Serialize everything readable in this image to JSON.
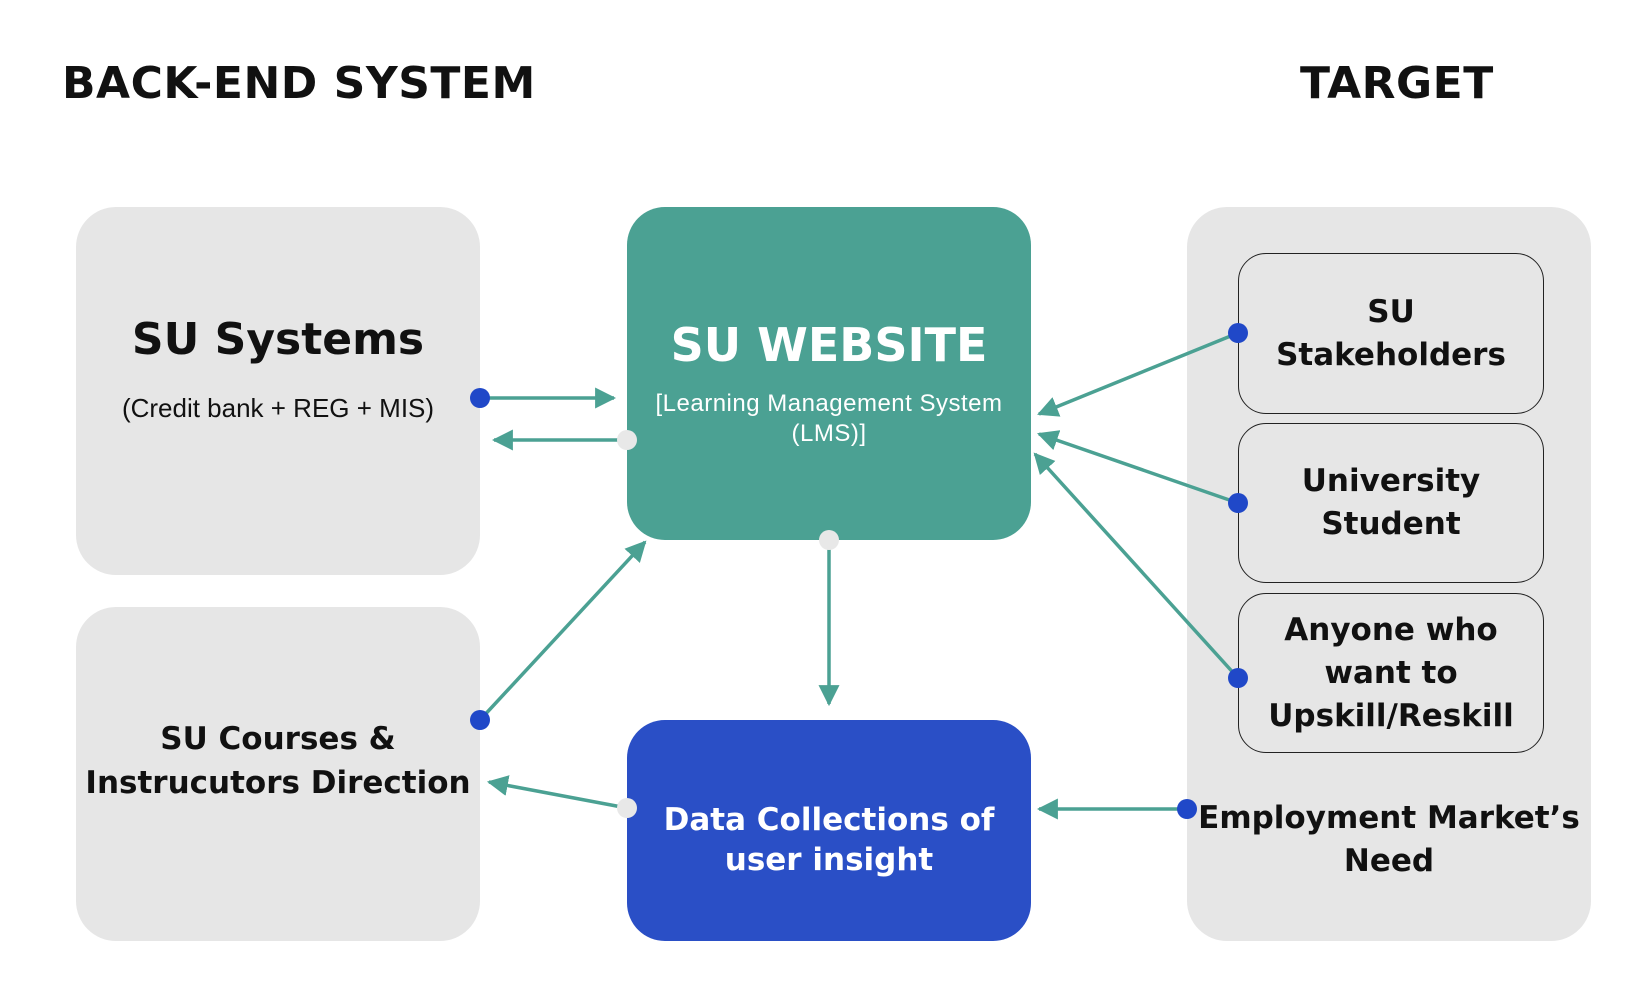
{
  "headings": {
    "back_end": "BACK-END SYSTEM",
    "target": "TARGET"
  },
  "su_systems": {
    "title": "SU Systems",
    "subtitle": "(Credit bank + REG + MIS)"
  },
  "su_courses": {
    "title": "SU Courses & Instrucutors Direction"
  },
  "su_website": {
    "title": "SU WEBSITE",
    "subtitle": "[Learning Management System (LMS)]"
  },
  "data_collections": {
    "title": "Data Collections of user insight"
  },
  "target": {
    "boxes": [
      "SU Stakeholders",
      "University Student",
      "Anyone who want to Upskill/Reskill"
    ],
    "employment": "Employment Market’s Need"
  },
  "colors": {
    "website_teal": "#4ba193",
    "data_blue": "#2a4fc6",
    "panel_grey": "#e6e6e6",
    "arrow_teal": "#4ba193",
    "dot_blue": "#2048c8",
    "dot_grey": "#e8e8e8"
  }
}
